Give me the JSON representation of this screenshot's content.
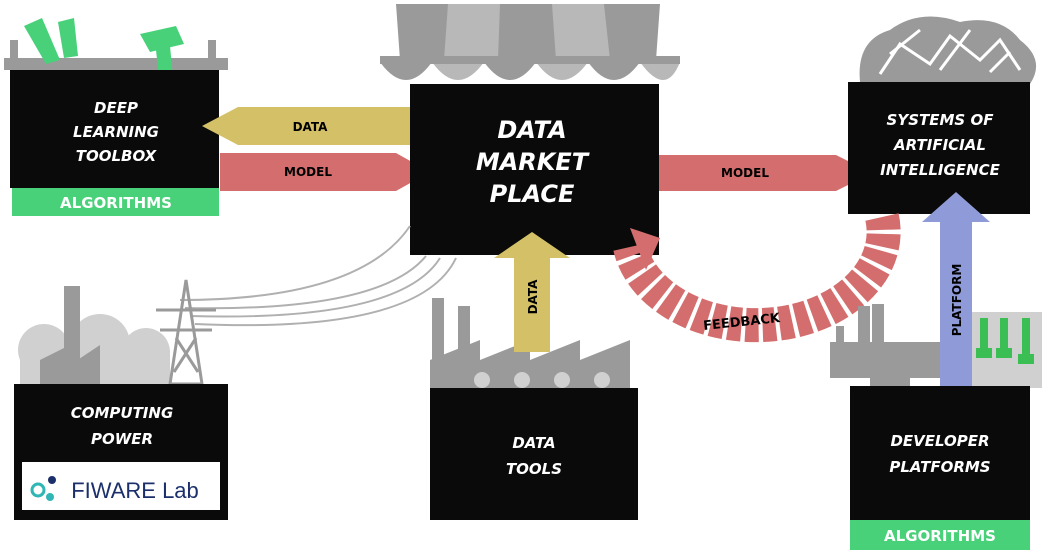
{
  "nodes": {
    "deep_learning": {
      "lines": [
        "DEEP",
        "LEARNING",
        "TOOLBOX"
      ],
      "badge": "ALGORITHMS"
    },
    "market": {
      "lines": [
        "DATA",
        "MARKET",
        "PLACE"
      ]
    },
    "ai_systems": {
      "lines": [
        "SYSTEMS OF",
        "ARTIFICIAL",
        "INTELLIGENCE"
      ]
    },
    "computing": {
      "lines": [
        "COMPUTING",
        "POWER"
      ],
      "logo_text": "FIWARE Lab"
    },
    "data_tools": {
      "lines": [
        "DATA",
        "TOOLS"
      ]
    },
    "developer": {
      "lines": [
        "DEVELOPER",
        "PLATFORMS"
      ],
      "badge": "ALGORITHMS"
    }
  },
  "arrows": {
    "data_left": "DATA",
    "model_right": "MODEL",
    "model_ai": "MODEL",
    "data_up": "DATA",
    "platform_up": "PLATFORM",
    "feedback": "FEEDBACK"
  },
  "colors": {
    "box": "#0a0a0a",
    "data_arrow": "#d4c167",
    "model_arrow": "#d46e6e",
    "platform_arrow": "#8f9bd9",
    "badge_green": "#49d17a",
    "pcb_green": "#3bbf55",
    "gray": "#9a9a9a",
    "light_gray": "#d0d0d0",
    "fiware_teal": "#2fb6b5",
    "fiware_navy": "#1b2f6b"
  }
}
